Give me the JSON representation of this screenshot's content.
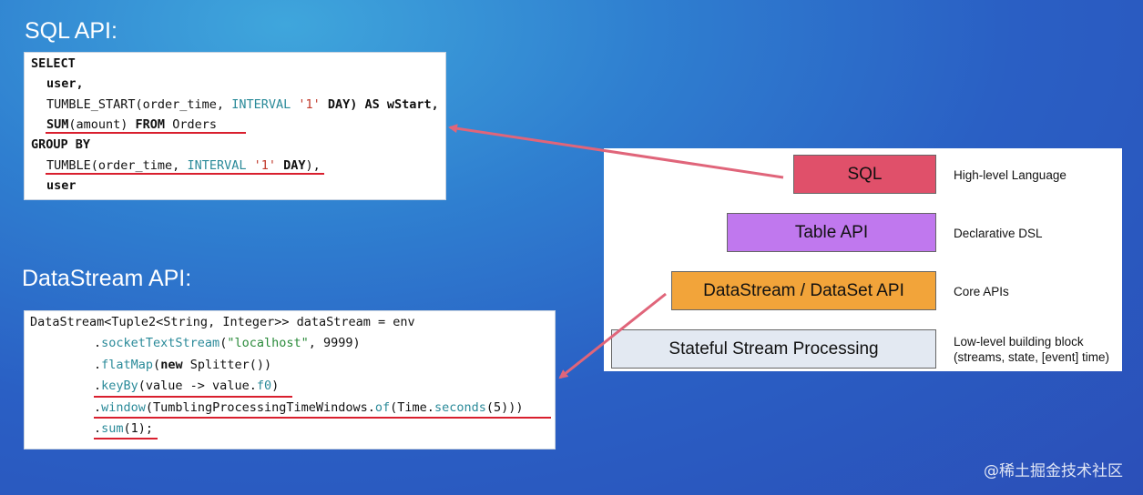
{
  "headings": {
    "sql": "SQL API:",
    "datastream": "DataStream API:"
  },
  "sql_code": {
    "l1": "SELECT",
    "l2": "user,",
    "l3a": "TUMBLE_START(order_time, ",
    "l3b": "INTERVAL",
    "l3c": " '1'",
    "l3d": " DAY",
    "l3e": ") AS wStart,",
    "l4a": "SUM",
    "l4b": "(amount) ",
    "l4c": "FROM",
    "l4d": " Orders",
    "l5": "GROUP BY",
    "l6a": "TUMBLE(order_time, ",
    "l6b": "INTERVAL",
    "l6c": " '1'",
    "l6d": " DAY",
    "l6e": "),",
    "l7": "user"
  },
  "ds_code": {
    "l1": "DataStream<Tuple2<String, Integer>> dataStream = env",
    "l2a": ".",
    "l2b": "socketTextStream",
    "l2c": "(",
    "l2d": "\"localhost\"",
    "l2e": ", 9999)",
    "l3a": ".",
    "l3b": "flatMap",
    "l3c": "(",
    "l3d": "new",
    "l3e": " Splitter())",
    "l4a": ".",
    "l4b": "keyBy",
    "l4c": "(value -> value.",
    "l4d": "f0",
    "l4e": ")",
    "l5a": ".",
    "l5b": "window",
    "l5c": "(TumblingProcessingTimeWindows.",
    "l5d": "of",
    "l5e": "(Time.",
    "l5f": "seconds",
    "l5g": "(5)))",
    "l6a": ".",
    "l6b": "sum",
    "l6c": "(1);"
  },
  "layers": [
    {
      "label": "SQL",
      "desc": "High-level Language",
      "color": "#e0506a"
    },
    {
      "label": "Table API",
      "desc": "Declarative DSL",
      "color": "#c078ee"
    },
    {
      "label": "DataStream / DataSet API",
      "desc": "Core APIs",
      "color": "#f2a43a"
    },
    {
      "label": "Stateful Stream Processing",
      "desc1": "Low-level building block",
      "desc2": "(streams, state, [event] time)",
      "color": "#e3e9f2"
    }
  ],
  "watermark": "@稀土掘金技术社区",
  "colors": {
    "arrow": "#e0657a",
    "underline": "#d91f2e"
  }
}
